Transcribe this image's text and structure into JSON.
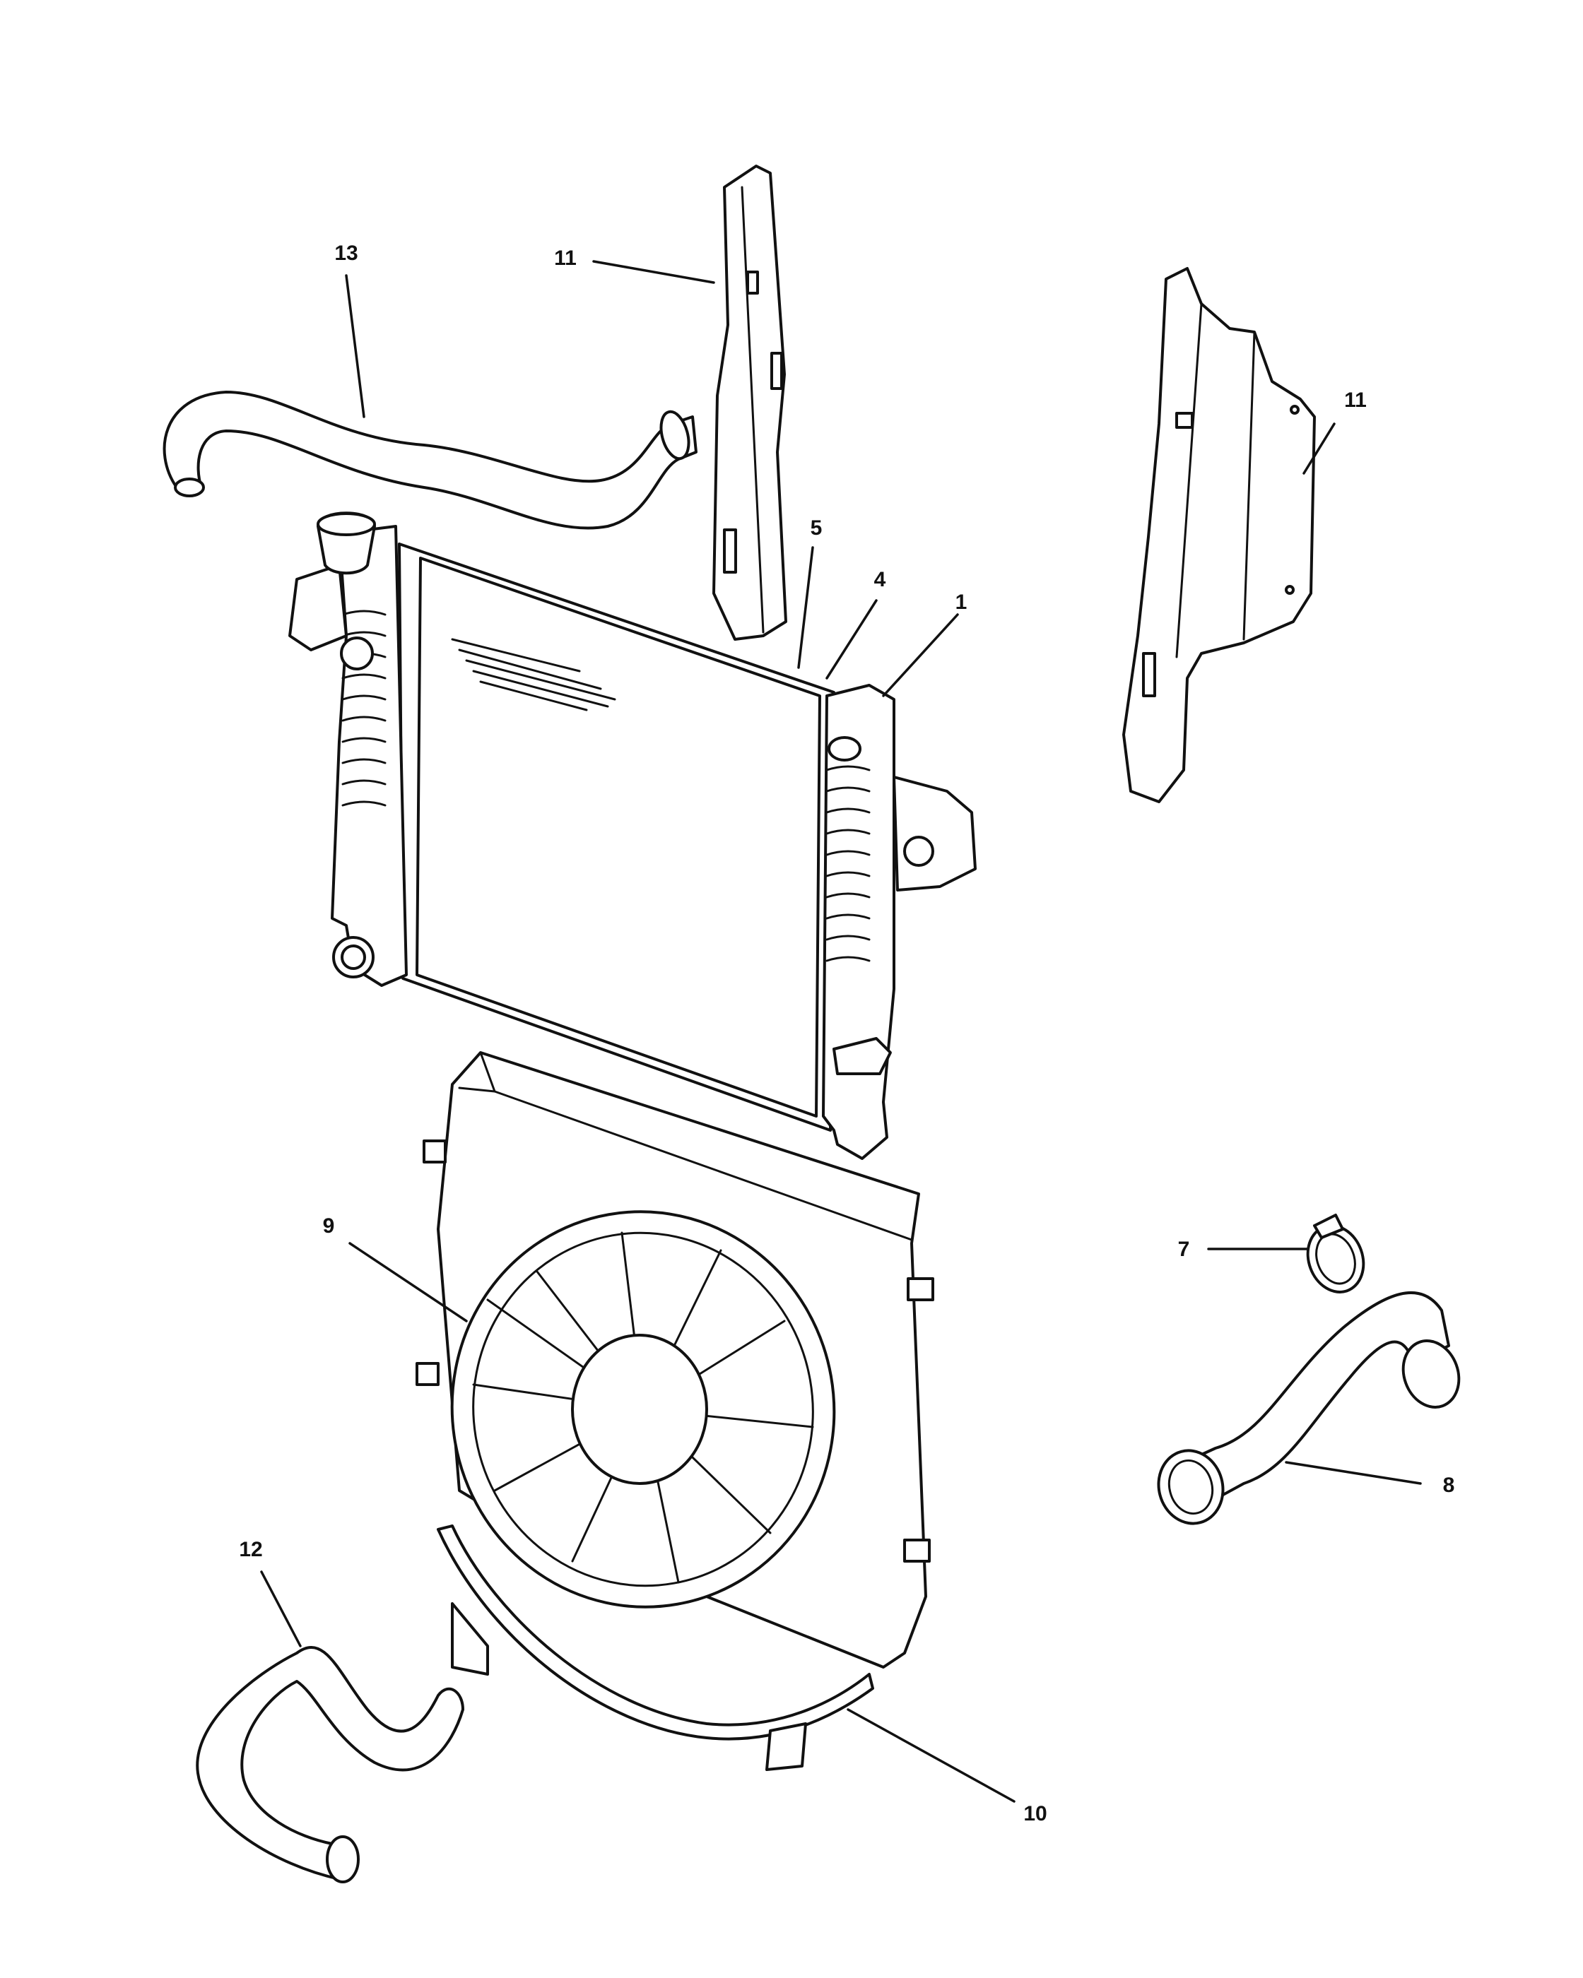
{
  "callouts": {
    "c1": "1",
    "c4": "4",
    "c5": "5",
    "c7": "7",
    "c8": "8",
    "c9": "9",
    "c10": "10",
    "c11a": "11",
    "c11b": "11",
    "c12": "12",
    "c13": "13"
  },
  "colors": {
    "line": "#111111",
    "background": "#ffffff"
  }
}
